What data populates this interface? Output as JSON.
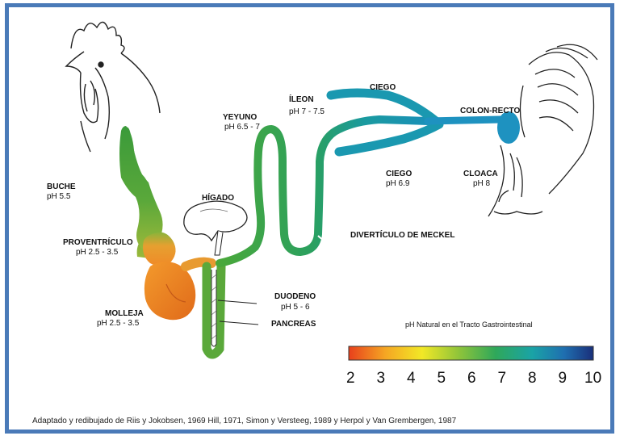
{
  "labels": {
    "buche": "BUCHE",
    "buche_ph": "pH 5.5",
    "proventriculo": "PROVENTRÍCULO",
    "proventriculo_ph": "pH 2.5 - 3.5",
    "molleja": "MOLLEJA",
    "molleja_ph": "pH 2.5 - 3.5",
    "higado": "HÍGADO",
    "yeyuno": "YEYUNO",
    "yeyuno_ph": "pH 6.5 - 7",
    "ileon": "ÍLEON",
    "ileon_ph": "pH 7 - 7.5",
    "ciego_top": "CIEGO",
    "ciego_bottom": "CIEGO",
    "ciego_ph": "pH 6.9",
    "colon": "COLON-RECTO",
    "cloaca": "CLOACA",
    "cloaca_ph": "pH 8",
    "meckel": "DIVERTÍCULO DE MECKEL",
    "duodeno": "DUODENO",
    "duodeno_ph": "pH 5 - 6",
    "pancreas": "PANCREAS"
  },
  "legend": {
    "title": "pH Natural en el Tracto Gastrointestinal",
    "ticks": [
      "2",
      "3",
      "4",
      "5",
      "6",
      "7",
      "8",
      "9",
      "10"
    ],
    "gradient": [
      "#e8401c",
      "#f5a623",
      "#f2e826",
      "#8fc43a",
      "#2fa85a",
      "#1aa3a6",
      "#1f6fb0",
      "#1a2f7a"
    ]
  },
  "credit": "Adaptado y redibujado de Riis y Jokobsen, 1969 Hill, 1971, Simon y Versteeg, 1989 y Herpol y Van Grembergen, 1987",
  "colors": {
    "frame": "#4a7ab8",
    "crop": "#3fa03a",
    "proventriculus": "#f0a43a",
    "gizzard": "#e87820",
    "jejunum": "#2fa060",
    "ileum": "#1a9aa8",
    "colon": "#1e8fc0"
  }
}
